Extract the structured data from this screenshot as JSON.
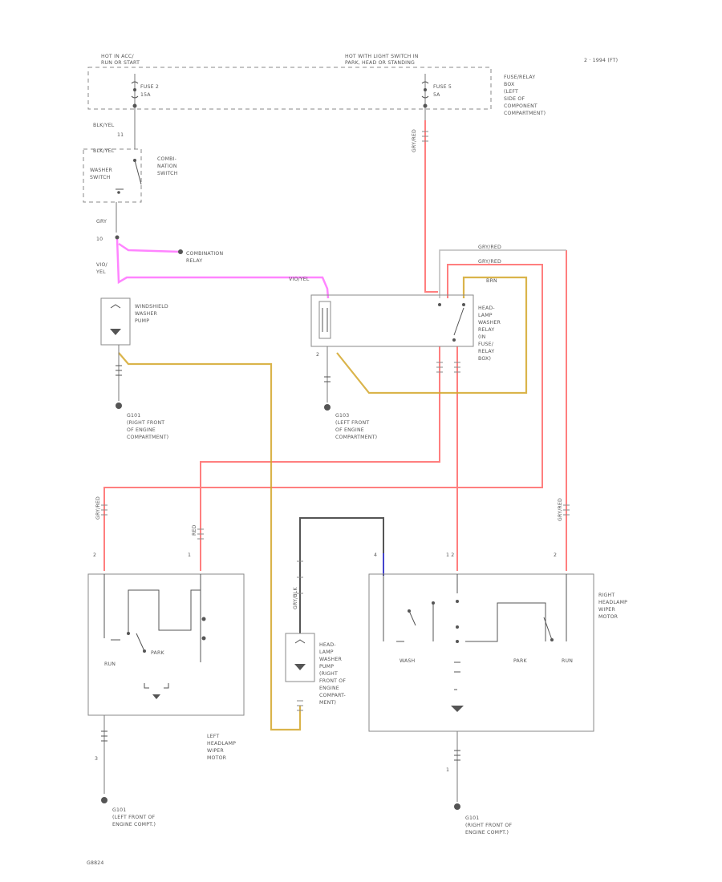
{
  "fuse_box": {
    "left_header": [
      "HOT IN ACC/",
      "RUN OR START"
    ],
    "right_header": [
      "HOT WITH LIGHT SWITCH IN",
      "PARK, HEAD OR STANDING"
    ],
    "fuse_left": [
      "FUSE 2",
      "15A"
    ],
    "fuse_right": [
      "FUSE 5",
      "5A"
    ],
    "location": [
      "FUSE/RELAY",
      "BOX",
      "(LEFT",
      "SIDE OF",
      "COMPONENT",
      "COMPARTMENT)"
    ],
    "model_note": "2 · 1994 (FT)"
  },
  "switch": {
    "wire_top": "BLK/YEL",
    "pin_top": "11",
    "top_label": "BLK/YEL",
    "washer_label": [
      "WASHER",
      "SWITCH"
    ],
    "combination_label": [
      "COMBI-",
      "NATION",
      "SWITCH"
    ],
    "wire_mid": "GRY",
    "pin_mid": "10",
    "wire_bottom": [
      "VIO/",
      "YEL"
    ],
    "relay_label": [
      "COMBINATION",
      "RELAY"
    ]
  },
  "pump": {
    "label": [
      "WINDSHIELD",
      "WASHER",
      "PUMP"
    ],
    "ground": [
      "G101",
      "(RIGHT FRONT",
      "OF ENGINE",
      "COMPARTMENT)"
    ]
  },
  "relay": {
    "vio_tag": "VIO/YEL",
    "label": [
      "HEAD-",
      "LAMP",
      "WASHER",
      "RELAY",
      "(IN",
      "FUSE/",
      "RELAY",
      "BOX)"
    ],
    "wire_a": "GRY/RED",
    "wire_b": "GRY/RED",
    "wire_c": "BRN",
    "wire_feed": "GRY/RED",
    "pin": "2",
    "ground": [
      "G103",
      "(LEFT FRONT",
      "OF ENGINE",
      "COMPARTMENT)"
    ]
  },
  "left_motor": {
    "label": [
      "LEFT",
      "HEADLAMP",
      "WIPER",
      "MOTOR"
    ],
    "pin_a": "2",
    "pin_b": "1",
    "wire_a": "GRY/RED",
    "wire_b": "RED",
    "run": "RUN",
    "park": "PARK",
    "pin_gnd": "3",
    "ground": [
      "G101",
      "(LEFT FRONT OF",
      "ENGINE COMPT.)"
    ]
  },
  "washer_pump": {
    "wire_top": "GRY/BLK",
    "label": [
      "HEAD-",
      "LAMP",
      "WASHER",
      "PUMP",
      "(RIGHT",
      "FRONT OF",
      "ENGINE",
      "COMPART-",
      "MENT)"
    ]
  },
  "right_motor": {
    "label": [
      "RIGHT",
      "HEADLAMP",
      "WIPER",
      "MOTOR"
    ],
    "pin_a": "4",
    "pin_b": "1 2",
    "pin_c": "2",
    "wire_c": "GRY/RED",
    "washer": "WASH",
    "park": "PARK",
    "run": "RUN",
    "pin_gnd": "1",
    "ground": [
      "G101",
      "(RIGHT FRONT OF",
      "ENGINE COMPT.)"
    ]
  },
  "figure_id": "G8824"
}
